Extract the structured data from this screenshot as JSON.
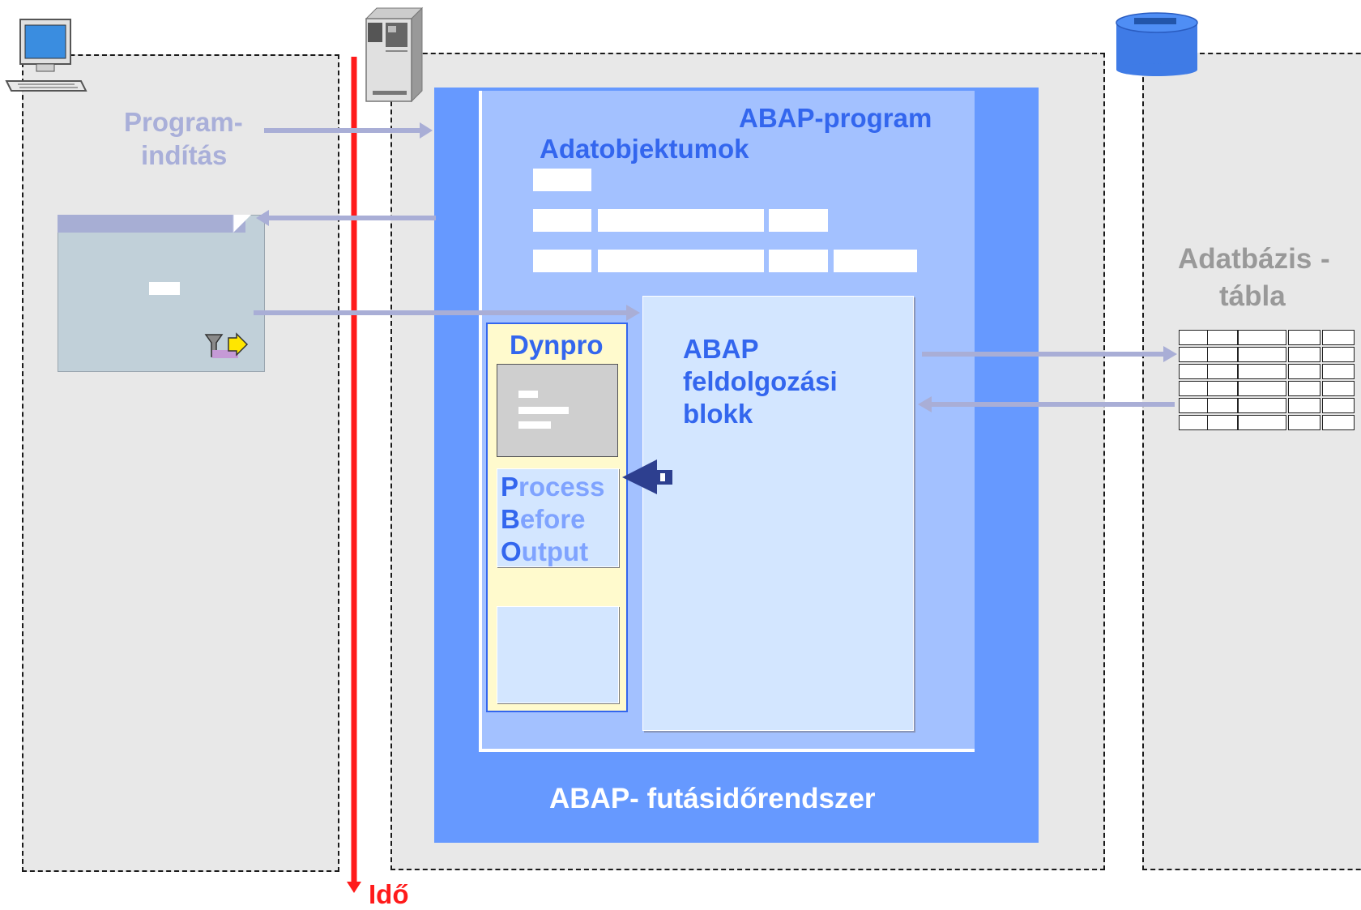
{
  "labels": {
    "program_start_line1": "Program-",
    "program_start_line2": "indítás",
    "abap_program": "ABAP-program",
    "data_objects": "Adatobjektumok",
    "dynpro": "Dynpro",
    "abap_block_line1": "ABAP",
    "abap_block_line2": "feldolgozási",
    "abap_block_line3": "blokk",
    "pbo_p": "P",
    "pbo_rocess": "rocess",
    "pbo_b": "B",
    "pbo_efore": "efore",
    "pbo_o": "O",
    "pbo_utput": "utput",
    "runtime": "ABAP- futásidőrendszer",
    "db_table_line1": "Adatbázis",
    "db_table_hyphen": "-",
    "db_table_line2": "tábla",
    "time": "Idő"
  },
  "colors": {
    "zone_bg": "#e8e8e8",
    "runtime_blue": "#6699ff",
    "program_blue": "#a3c1ff",
    "block_light": "#d3e6ff",
    "dynpro_yellow": "#fffacd",
    "text_blue": "#3366ee",
    "text_grey_blue": "#a9afd9",
    "text_grey": "#999999",
    "time_red": "#ff1a1a",
    "arrow": "#a9aed6",
    "pbo_arrow": "#2d3f8f"
  },
  "icons": [
    "computer-icon",
    "server-icon",
    "database-icon",
    "filter-icon"
  ]
}
